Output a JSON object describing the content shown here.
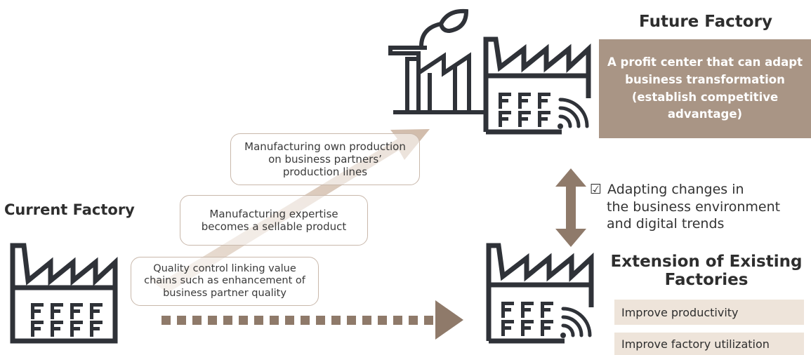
{
  "current_factory": {
    "title": "Current Factory"
  },
  "future_factory": {
    "title": "Future Factory",
    "description_lines": [
      "A profit center that can adapt",
      "business transformation",
      "(establish competitive",
      "advantage)"
    ]
  },
  "extension": {
    "title_lines": [
      "Extension of Existing",
      "Factories"
    ],
    "items": [
      "Improve productivity",
      "Improve factory utilization"
    ]
  },
  "steps": [
    {
      "lines": [
        "Quality control linking value",
        "chains  such as enhancement of",
        "business partner quality"
      ]
    },
    {
      "lines": [
        "Manufacturing expertise",
        "becomes a sellable product"
      ]
    },
    {
      "lines": [
        "Manufacturing own production",
        "on business partners’",
        "production lines"
      ]
    }
  ],
  "drivers": {
    "check_symbol": "☑",
    "lines": [
      "Adapting changes in",
      "the business environment",
      "and digital trends"
    ]
  },
  "colors": {
    "icon_stroke": "#2f3238",
    "arrow_brown": "#8f7a6a",
    "accent_box": "#a99585",
    "benefit_box": "#eee4da",
    "step_border": "#c9b8ab"
  }
}
